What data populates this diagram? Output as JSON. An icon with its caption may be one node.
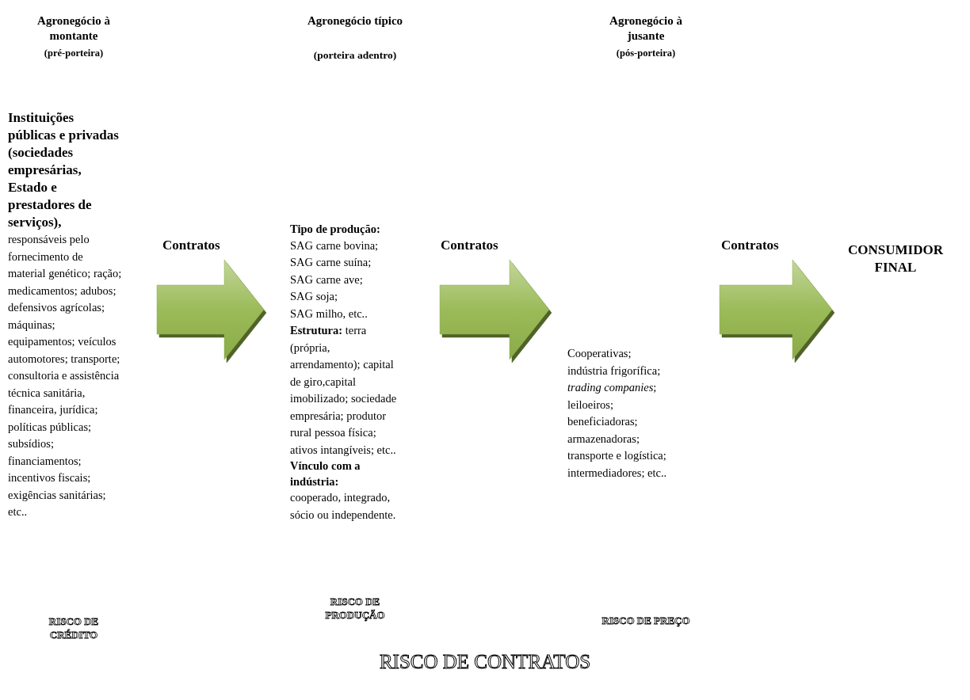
{
  "diagram": {
    "caption": "RISCO DE CONTRATOS",
    "nodes": [
      {
        "text": [
          "Instituições públicas e privadas (sociedades empresárias, Estado e prestadores de serviços),",
          "responsáveis pelo fornecimento de material genético; ração; medicamentos; adubos; defensivos agrícolas; máquinas; equipamentos; veículos automotores; transporte; consultoria e assistência técnica sanitária, financeira, jurídica; políticas públicas; subsídios; financiamentos; incentivos fiscais; exigências sanitárias; etc.."
        ]
      },
      {
        "text": [
          "Tipo de produção:",
          "SAG carne bovina;",
          "SAG carne suína;",
          "SAG carne ave;",
          "SAG soja;",
          "SAG milho, etc..",
          "**Estrutura:** terra (própria, arrendamento); capital de giro,capital imobilizado; sociedade empresária; produtor rural pessoa física; ativos intangíveis; etc..",
          "Vínculo com a indústria:",
          "cooperado, integrado, sócio ou independente."
        ]
      },
      {
        "text": [
          "Cooperativas;",
          "indústria frigorífica;",
          "*trading companies*;",
          "leiloeiros;",
          "beneficiadoras;",
          "armazenadoras;",
          "transporte e logística;",
          "intermediadores; etc.."
        ]
      },
      {
        "text": [
          "CONSUMIDOR FINAL"
        ]
      }
    ],
    "edges": [
      {
        "from": 0,
        "to": 1,
        "arrow": "to",
        "label": "Contratos"
      },
      {
        "from": 1,
        "to": 2,
        "arrow": "to",
        "label": "Contratos"
      },
      {
        "from": 2,
        "to": 3,
        "arrow": "to",
        "label": "Contratos"
      }
    ],
    "labels": [
      "Agronegócio à montante",
      "(pré-porteira)",
      "Agronegócio típico",
      "(porteira adentro)",
      "Agronegócio à jusante",
      "(pós-porteira)",
      "RISCO DE CRÉDITO",
      "RISCO DE PRODUÇÃO",
      "RISCO DE PREÇO"
    ]
  }
}
